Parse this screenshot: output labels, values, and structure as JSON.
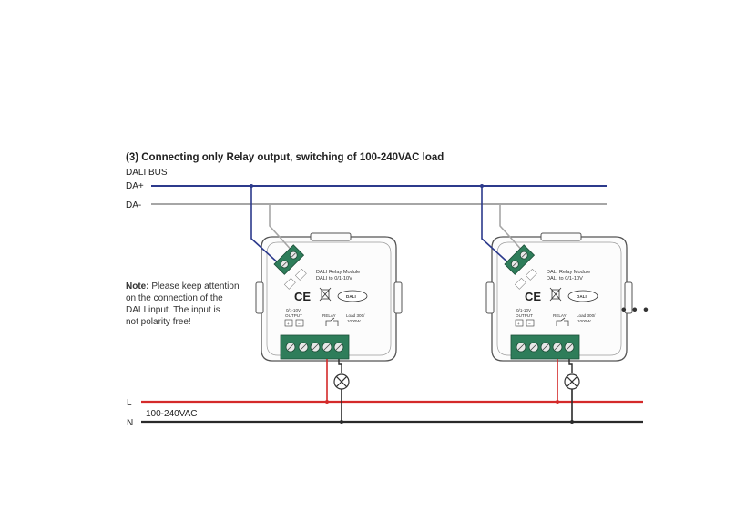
{
  "heading": "(3) Connecting only Relay output, switching of 100-240VAC load",
  "bus": {
    "name": "DALI BUS",
    "da_plus": "DA+",
    "da_minus": "DA-",
    "wire_colors": {
      "da_plus": "#2c3a8c",
      "da_minus": "#a6a6a6"
    }
  },
  "note": {
    "bold": "Note:",
    "lines": [
      " Please keep attention",
      "on the connection of the",
      "DALI input. The input is",
      "not polarity free!"
    ]
  },
  "mains": {
    "l_label": "L",
    "n_label": "N",
    "voltage": "100-240VAC",
    "wire_colors": {
      "l": "#d42a2a",
      "n": "#2a2a2a"
    }
  },
  "module": {
    "title_1": "DALI Relay Module",
    "title_2": "DALI to 0/1-10V",
    "ce_mark": "CE",
    "dali_logo": "DALI",
    "output_1": "0/1-10V",
    "output_2": "OUTPUT",
    "plus": "+",
    "minus": "−",
    "relay": "RELAY",
    "load_1": "Load 300/",
    "load_2": "1000W",
    "terminal_color": "#2e7d5a"
  },
  "ellipsis": "• • •"
}
